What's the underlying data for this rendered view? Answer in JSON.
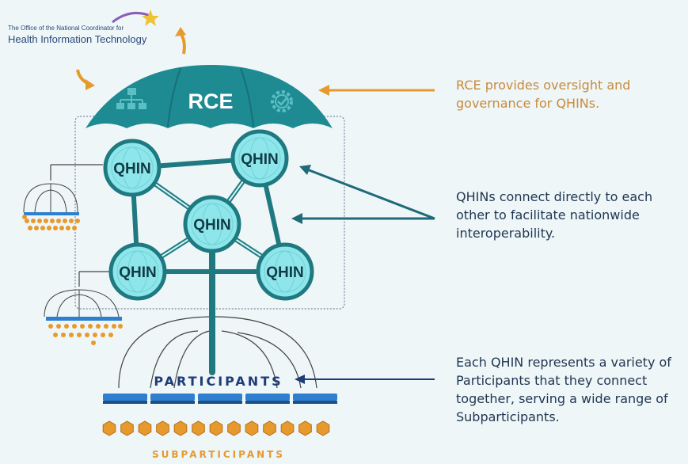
{
  "logo": {
    "line1": "The Office of the National Coordinator for",
    "line2": "Health Information Technology"
  },
  "umbrella": {
    "label": "RCE"
  },
  "nodes": {
    "label": "QHIN"
  },
  "participants_label": "PARTICIPANTS",
  "subparticipants_label": "SUBPARTICIPANTS",
  "callouts": {
    "rce": "RCE provides oversight and governance for QHINs.",
    "qhin": "QHINs connect directly to each other to facilitate nationwide interoperability.",
    "participants": "Each QHIN represents a variety of Participants that they connect together, serving a wide range of Subparticipants."
  },
  "colors": {
    "teal": "#1e8a92",
    "qhin_fill": "#8ee6ea",
    "orange": "#e69a2e",
    "navy": "#1f3c78",
    "blue_bar": "#2f7fd0",
    "text_orange": "#c98a3c",
    "text_dark": "#1f3550"
  }
}
